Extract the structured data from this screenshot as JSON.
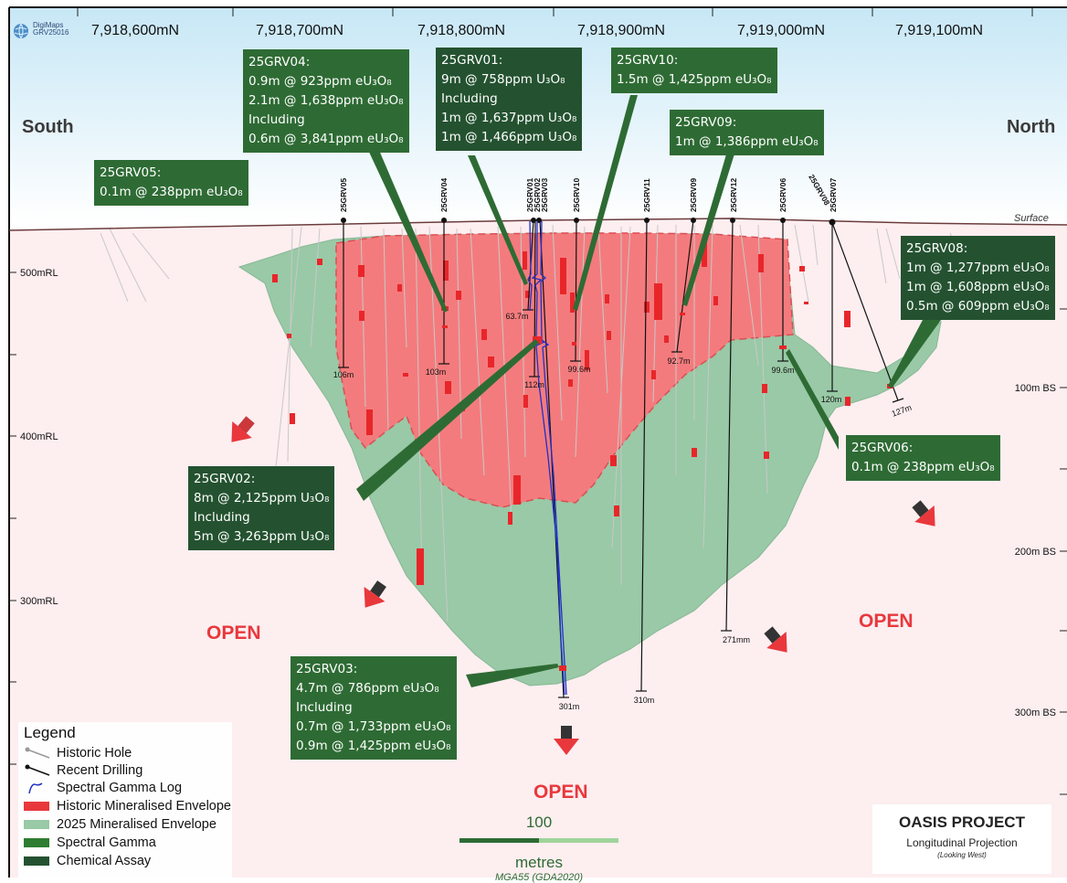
{
  "logo": {
    "line1": "DigiMaps",
    "line2": "GRV25016"
  },
  "northings": [
    "7,918,600mN",
    "7,918,700mN",
    "7,918,800mN",
    "7,918,900mN",
    "7,919,000mN",
    "7,919,100mN"
  ],
  "directions": {
    "south": "South",
    "north": "North",
    "surface": "Surface"
  },
  "rl_labels": [
    "500mRL",
    "400mRL",
    "300mRL"
  ],
  "bs_labels": [
    "100m BS",
    "200m BS",
    "300m BS"
  ],
  "open_labels": [
    "OPEN",
    "OPEN",
    "OPEN"
  ],
  "holes": [
    {
      "name": "25GRV05",
      "depth": "106m"
    },
    {
      "name": "25GRV04",
      "depth": "103m"
    },
    {
      "name": "25GRV01",
      "depth": "63.7m"
    },
    {
      "name": "25GRV02",
      "depth": "112m"
    },
    {
      "name": "25GRV03",
      "depth": "301m"
    },
    {
      "name": "25GRV10",
      "depth": "99.6m"
    },
    {
      "name": "25GRV11",
      "depth": "310m"
    },
    {
      "name": "25GRV09",
      "depth": "92.7m"
    },
    {
      "name": "25GRV12",
      "depth": "271mm"
    },
    {
      "name": "25GRV06",
      "depth": "99.6m"
    },
    {
      "name": "25GRV08",
      "depth": "127m"
    },
    {
      "name": "25GRV07",
      "depth": "120m"
    }
  ],
  "callouts": {
    "grv04": [
      "25GRV04:",
      "0.9m @ 923ppm eU₃O₈",
      "2.1m @ 1,638ppm eU₃O₈",
      "Including",
      "0.6m @ 3,841ppm eU₃O₈"
    ],
    "grv01": [
      "25GRV01:",
      "9m @ 758ppm U₃O₈",
      "Including",
      "1m @ 1,637ppm U₃O₈",
      "1m @ 1,466ppm U₃O₈"
    ],
    "grv10": [
      "25GRV10:",
      "1.5m @ 1,425ppm eU₃O₈"
    ],
    "grv09": [
      "25GRV09:",
      "1m @ 1,386ppm eU₃O₈"
    ],
    "grv05": [
      "25GRV05:",
      "0.1m @ 238ppm eU₃O₈"
    ],
    "grv08": [
      "25GRV08:",
      "1m @ 1,277ppm eU₃O₈",
      "1m @ 1,608ppm eU₃O₈",
      "0.5m @ 609ppm eU₃O₈"
    ],
    "grv06": [
      "25GRV06:",
      "0.1m @ 238ppm eU₃O₈"
    ],
    "grv02": [
      "25GRV02:",
      "8m @ 2,125ppm U₃O₈",
      "Including",
      "5m @ 3,263ppm U₃O₈"
    ],
    "grv03": [
      "25GRV03:",
      "4.7m @ 786ppm eU₃O₈",
      "Including",
      "0.7m @ 1,733ppm eU₃O₈",
      "0.9m @ 1,425ppm eU₃O₈"
    ]
  },
  "legend": {
    "title": "Legend",
    "items": [
      "Historic Hole",
      "Recent Drilling",
      "Spectral Gamma Log",
      "Historic Mineralised Envelope",
      "2025 Mineralised Envelope",
      "Spectral Gamma",
      "Chemical Assay"
    ]
  },
  "scale": {
    "value": "100",
    "unit": "metres",
    "projection": "MGA55 (GDA2020)"
  },
  "project": {
    "title": "OASIS PROJECT",
    "subtitle": "Longitudinal Projection",
    "note": "(Looking West)"
  },
  "colors": {
    "sky_top": "#cfeaf6",
    "ground": "#fdeef0",
    "historic_env": "#f47b7d",
    "env_2025": "#99c9a6",
    "callout": "#2e6b34",
    "callout_dark": "#245230",
    "open": "#e8383c"
  }
}
